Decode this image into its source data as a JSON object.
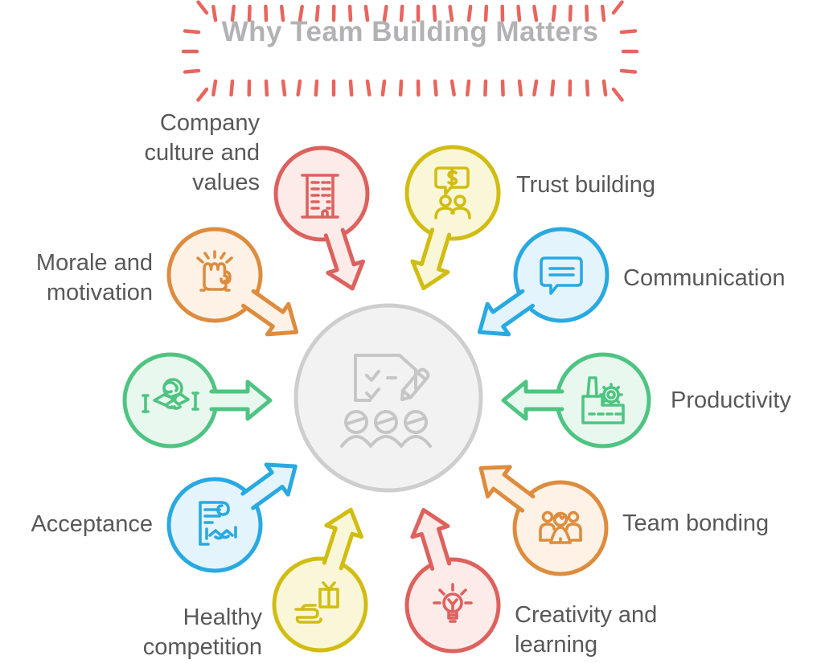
{
  "title": {
    "text": "Why Team Building Matters"
  },
  "palette": {
    "red": {
      "stroke": "#dd615d",
      "fill": "#fcebe9"
    },
    "yellow": {
      "stroke": "#d1bd11",
      "fill": "#faf7d8"
    },
    "blue": {
      "stroke": "#29a9e1",
      "fill": "#e4f4fc"
    },
    "green": {
      "stroke": "#4fc482",
      "fill": "#e9f8ef"
    },
    "orange": {
      "stroke": "#dd8c3e",
      "fill": "#fdf2e5"
    },
    "center": {
      "stroke": "#cecece",
      "fill": "#f2f2f2",
      "icon": "#c6c6c6"
    },
    "ticks": "#e8655e",
    "label_color": "#58585a",
    "title_color": "#b2b2b4"
  },
  "center": {
    "icon": "teamwork-checklist-icon"
  },
  "satellites": [
    {
      "id": "company-culture",
      "label": "Company\nculture and\nvalues",
      "color": "red",
      "icon": "building-icon"
    },
    {
      "id": "trust-building",
      "label": "Trust building",
      "color": "yellow",
      "icon": "money-chat-icon"
    },
    {
      "id": "communication",
      "label": "Communication",
      "color": "blue",
      "icon": "speech-bubble-icon"
    },
    {
      "id": "productivity",
      "label": "Productivity",
      "color": "green",
      "icon": "factory-icon"
    },
    {
      "id": "team-bonding",
      "label": "Team bonding",
      "color": "orange",
      "icon": "group-icon"
    },
    {
      "id": "creativity-learning",
      "label": "Creativity and\nlearning",
      "color": "red",
      "icon": "lightbulb-icon"
    },
    {
      "id": "healthy-competition",
      "label": "Healthy\ncompetition",
      "color": "yellow",
      "icon": "gift-icon"
    },
    {
      "id": "acceptance",
      "label": "Acceptance",
      "color": "blue",
      "icon": "contract-icon"
    },
    {
      "id": "collaboration",
      "label": "",
      "color": "green",
      "icon": "handshake-globe-icon"
    },
    {
      "id": "morale-motivation",
      "label": "Morale and\nmotivation",
      "color": "orange",
      "icon": "fist-icon"
    }
  ]
}
